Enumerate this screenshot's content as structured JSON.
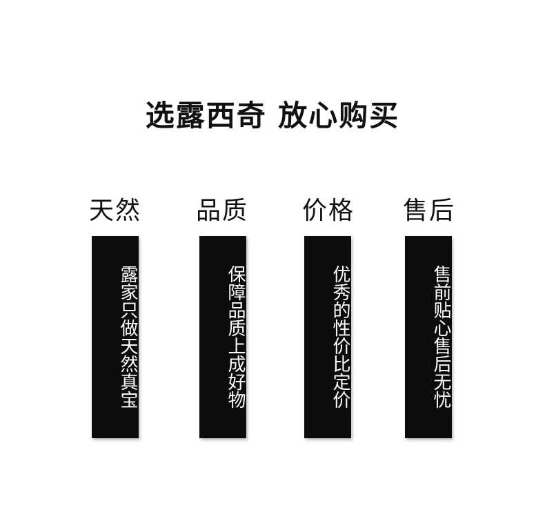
{
  "headline": "选露西奇 放心购买",
  "features": [
    {
      "title": "天然",
      "description": "露家只做天然真宝"
    },
    {
      "title": "品质",
      "description": "保障品质上成好物"
    },
    {
      "title": "价格",
      "description": "优秀的性价比定价"
    },
    {
      "title": "售后",
      "description": "售前贴心售后无忧"
    }
  ],
  "colors": {
    "background": "#ffffff",
    "text": "#111111",
    "box": "#0c0c0c",
    "box_text": "#ffffff"
  }
}
